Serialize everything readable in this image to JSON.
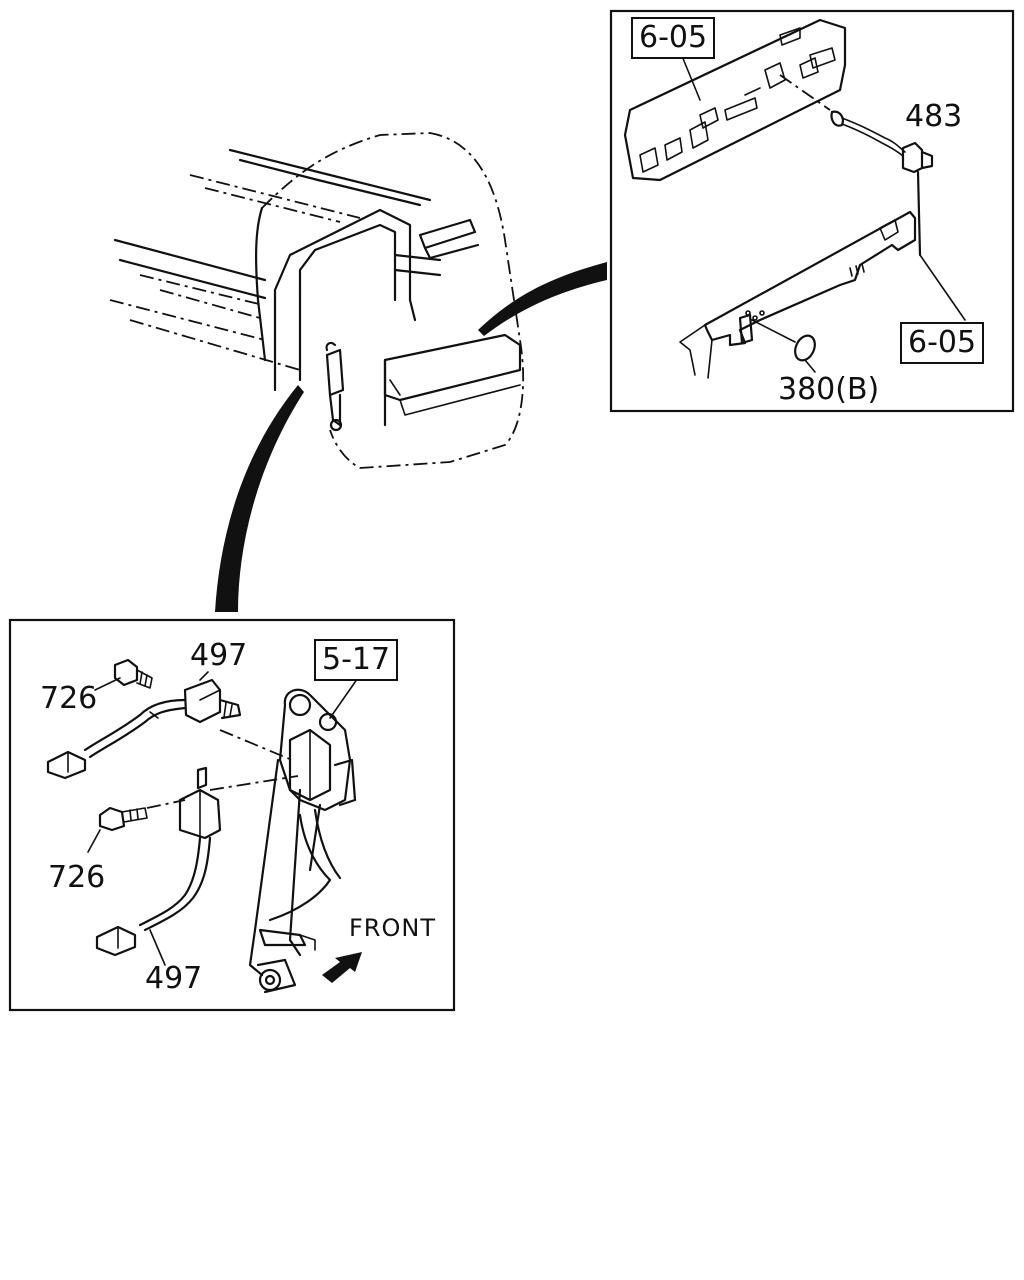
{
  "inset_top_right": {
    "ref_upper": "6-05",
    "ref_lower": "6-05",
    "part_483": "483",
    "part_380b": "380(B)"
  },
  "inset_bottom_left": {
    "ref_5_17": "5-17",
    "part_497_top": "497",
    "part_497_bottom": "497",
    "part_726_top": "726",
    "part_726_bottom": "726",
    "front_label": "FRONT",
    "front_arrow_icon": "arrow-front-icon"
  },
  "colors": {
    "line": "#111111",
    "background": "#ffffff"
  }
}
